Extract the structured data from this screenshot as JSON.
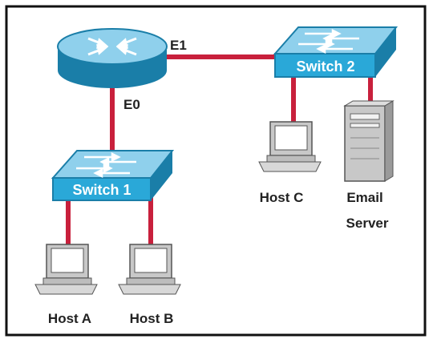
{
  "diagram": {
    "router": {
      "name": "router"
    },
    "ports": {
      "e1": "E1",
      "e0": "E0"
    },
    "switch1": {
      "label": "Switch 1"
    },
    "switch2": {
      "label": "Switch 2"
    },
    "hosts": {
      "a": {
        "label": "Host A"
      },
      "b": {
        "label": "Host B"
      },
      "c": {
        "label": "Host C"
      }
    },
    "server": {
      "label_line1": "Email",
      "label_line2": "Server"
    }
  },
  "colors": {
    "link": "#c8203c",
    "device_blue": "#2aa8d8",
    "device_blue_dark": "#1a7ea8",
    "device_top": "#8fd0ec",
    "frame": "#111111",
    "computer_gray": "#c8c8c8"
  }
}
